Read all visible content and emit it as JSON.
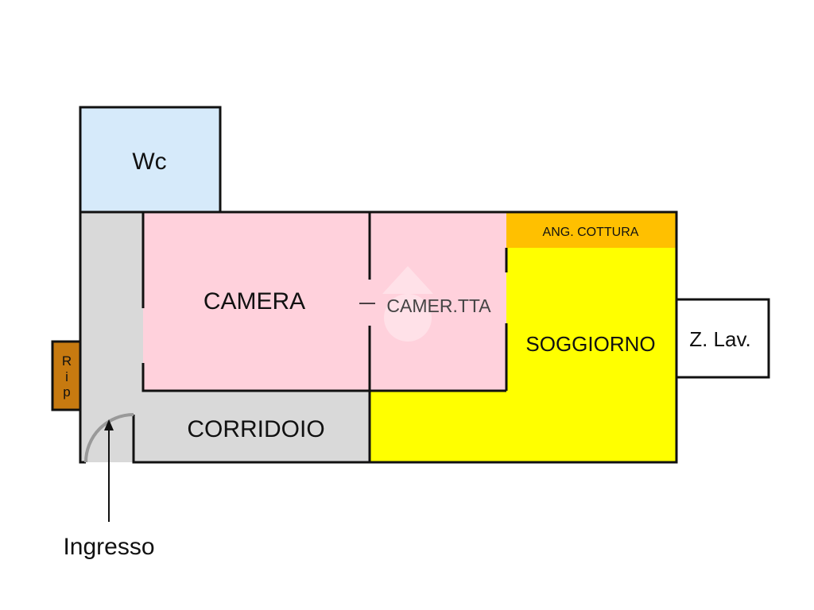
{
  "title": "Floor plan",
  "rooms": {
    "wc": "Wc",
    "camera": "CAMERA",
    "cameretta": "CAMER.TTA",
    "ang_cottura": "ANG. COTTURA",
    "soggiorno": "SOGGIORNO",
    "z_lav": "Z. Lav.",
    "corridoio": "CORRIDOIO",
    "rip": [
      "R",
      "i",
      "p"
    ]
  },
  "entrance_label": "Ingresso",
  "colors": {
    "wc": "#d6eafa",
    "camera": "#ffd1dc",
    "corridor": "#d9d9d9",
    "soggiorno": "#ffff00",
    "ang_cottura": "#ffc000",
    "rip": "#c77a10",
    "wall": "#111111"
  }
}
